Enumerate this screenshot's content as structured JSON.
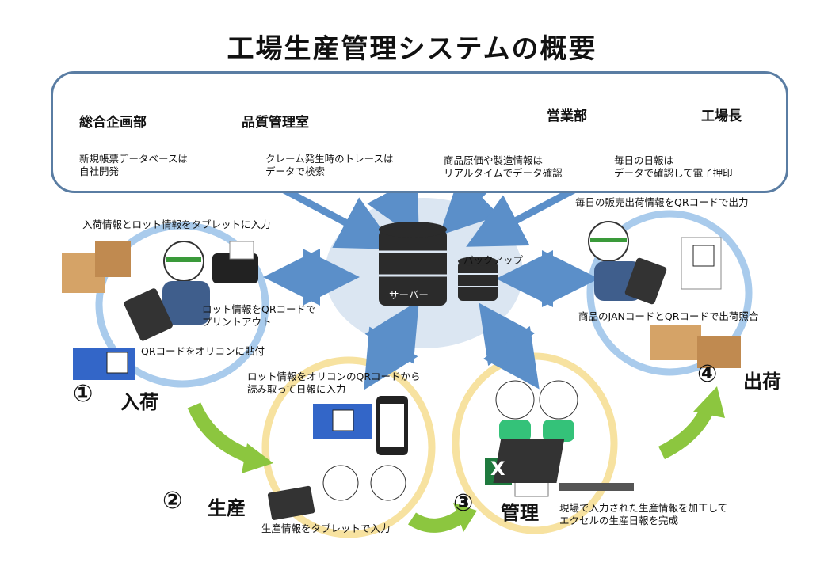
{
  "title": "工場生産管理システムの概要",
  "departments": [
    {
      "name": "総合企画部",
      "desc": [
        "新規帳票データベースは",
        "自社開発"
      ]
    },
    {
      "name": "品質管理室",
      "desc": [
        "クレーム発生時のトレースは",
        "データで検索"
      ]
    },
    {
      "name": "営業部",
      "desc": [
        "商品原価や製造情報は",
        "リアルタイムでデータ確認"
      ]
    },
    {
      "name": "工場長",
      "desc": [
        "毎日の日報は",
        "データで確認して電子押印"
      ]
    }
  ],
  "server": {
    "label": "サーバー",
    "backup_label": "バックアップ"
  },
  "steps": {
    "receiving": {
      "num": "①",
      "label": "入荷",
      "note_top": "入荷情報とロット情報をタブレットに入力",
      "note_print": [
        "ロット情報をQRコードで",
        "プリントアウト"
      ],
      "note_attach": "QRコードをオリコンに貼付"
    },
    "production": {
      "num": "②",
      "label": "生産",
      "note_top": [
        "ロット情報をオリコンのQRコードから",
        "読み取って日報に入力"
      ],
      "note_bottom": "生産情報をタブレットで入力"
    },
    "management": {
      "num": "③",
      "label": "管理",
      "note": [
        "現場で入力された生産情報を加工して",
        "エクセルの生産日報を完成"
      ],
      "excel_glyph": "X"
    },
    "shipping": {
      "num": "④",
      "label": "出荷",
      "note_top": "毎日の販売出荷情報をQRコードで出力",
      "note_mid": "商品のJANコードとQRコードで出荷照合"
    }
  },
  "colors": {
    "frame": "#5a7da3",
    "arrow_blue": "#5b8fc9",
    "ring_blue": "#a9cbec",
    "ring_yellow": "#f7e2a0",
    "arrow_green": "#8cc63f",
    "server_cloud": "#dbe6f2",
    "server_dark": "#2b2b2b",
    "excel_green": "#1f7a3e"
  }
}
